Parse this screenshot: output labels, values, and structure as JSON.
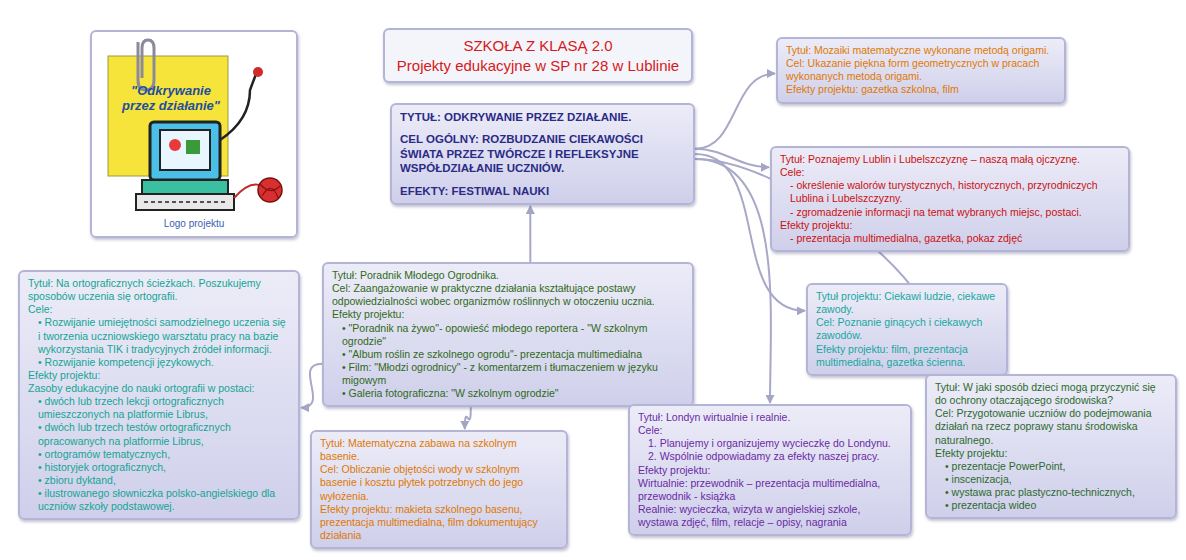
{
  "diagram": {
    "nodes": [
      {
        "text": [
          "SZKOŁA Z KLASĄ 2.0",
          "Projekty edukacyjne w SP nr 28 w Lublinie"
        ]
      },
      {
        "text": [
          "\"Odkrywanie przez działanie\"",
          "Logo projektu"
        ]
      },
      {
        "text": [
          "TYTUŁ: ODKRYWANIE PRZEZ DZIAŁANIE.",
          "CEL OGÓLNY: ROZBUDZANIE CIEKAWOŚCI ŚWIATA PRZEZ TWÓRCZE I REFLEKSYJNE WSPÓŁDZIAŁANIE UCZNIÓW.",
          "EFEKTY: FESTIWAL NAUKI"
        ]
      },
      {
        "text": [
          "Tytuł: Mozaiki matematyczne wykonane metodą origami.",
          "Cel: Ukazanie piękna form geometrycznych w pracach wykonanych metodą origami.",
          "Efekty projektu: gazetka szkolna, film"
        ]
      },
      {
        "text": [
          "Tytuł: Poznajemy  Lublin i Lubelszczyznę – naszą małą ojczyznę.",
          "Cele:",
          "- określenie walorów turystycznych, historycznych, przyrodniczych Lublina i Lubelszczyzny.",
          "- zgromadzenie informacji na temat wybranych miejsc, postaci.",
          "Efekty projektu:",
          "- prezentacja multimedialna, gazetka, pokaz zdjęć"
        ]
      },
      {
        "text": [
          "Tytuł: Na ortograficznych ścieżkach. Poszukujemy sposobów uczenia się ortografii.",
          "Cele:",
          "• Rozwijanie umiejętności samodzielnego uczenia się i tworzenia uczniowskiego warsztatu pracy na bazie wykorzystania TIK i tradycyjnych źródeł informacji.",
          "• Rozwijanie kompetencji językowych.",
          "Efekty projektu:",
          "Zasoby edukacyjne do nauki ortografii w postaci:",
          "• dwóch lub trzech lekcji ortograficznych umieszczonych na platformie Librus,",
          "• dwóch lub trzech testów ortograficznych opracowanych na platformie Librus,",
          "• ortogramów tematycznych,",
          "• historyjek ortograficznych,",
          "• zbioru dyktand,",
          "• ilustrowanego słowniczka polsko-angielskiego dla uczniów szkoły podstawowej."
        ]
      },
      {
        "text": [
          "Tytuł: Poradnik Młodego Ogrodnika.",
          "Cel: Zaangażowanie w praktyczne działania kształtujące postawy odpowiedzialności wobec organizmów roślinnych w otoczeniu ucznia.",
          "Efekty projektu:",
          "• \"Poradnik na żywo\"- opowieść młodego reportera - \"W szkolnym ogrodzie\"",
          "• \"Album roślin ze szkolnego ogrodu\"- prezentacja multimedialna",
          "• Film: \"Młodzi ogrodnicy\" - z komentarzem i tłumaczeniem w języku migowym",
          "• Galeria fotograficzna: \"W szkolnym ogrodzie\""
        ]
      },
      {
        "text": [
          "Tytuł projektu: Ciekawi ludzie, ciekawe zawody.",
          "Cel: Poznanie ginących i ciekawych zawodów.",
          "Efekty projektu: film, prezentacja multimedialna, gazetka ścienna."
        ]
      },
      {
        "text": [
          "Tytuł: Matematyczna zabawa na szkolnym basenie.",
          "Cel: Obliczanie objętości wody w szkolnym basenie i kosztu płytek potrzebnych do jego wyłożenia.",
          "Efekty projektu: makieta szkolnego basenu, prezentacja multimedialna, film dokumentujący działania"
        ]
      },
      {
        "text": [
          "Tytuł: Londyn wirtualnie i realnie.",
          "Cele:",
          "1. Planujemy i organizujemy wycieczkę do Londynu.",
          "2. Wspólnie odpowiadamy za efekty naszej pracy.",
          "Efekty projektu:",
          "Wirtualnie: przewodnik – prezentacja multimedialna, przewodnik - książka",
          "Realnie: wycieczka, wizyta w angielskiej szkole, wystawa zdjęć, film, relacje – opisy, nagrania"
        ]
      },
      {
        "text": [
          "Tytuł: W jaki sposób dzieci mogą przyczynić się do ochrony otaczającego środowiska?",
          "Cel: Przygotowanie uczniów do podejmowania działań na rzecz poprawy stanu środowiska naturalnego.",
          "Efekty projektu:",
          "• prezentacje PowerPoint,",
          "• inscenizacja,",
          "• wystawa prac plastyczno-technicznych,",
          "• prezentacja wideo"
        ]
      }
    ],
    "edges": [
      {
        "from": 2,
        "to": 3,
        "arrow": "to"
      },
      {
        "from": 2,
        "to": 4,
        "arrow": "to"
      },
      {
        "from": 2,
        "to": 7,
        "arrow": "to"
      },
      {
        "from": 2,
        "to": 9,
        "arrow": "to"
      },
      {
        "from": 2,
        "to": 10,
        "arrow": "to"
      },
      {
        "from": 6,
        "to": 2,
        "arrow": "to"
      },
      {
        "from": 6,
        "to": 5,
        "arrow": "to"
      },
      {
        "from": 6,
        "to": 8,
        "arrow": "to"
      }
    ]
  }
}
